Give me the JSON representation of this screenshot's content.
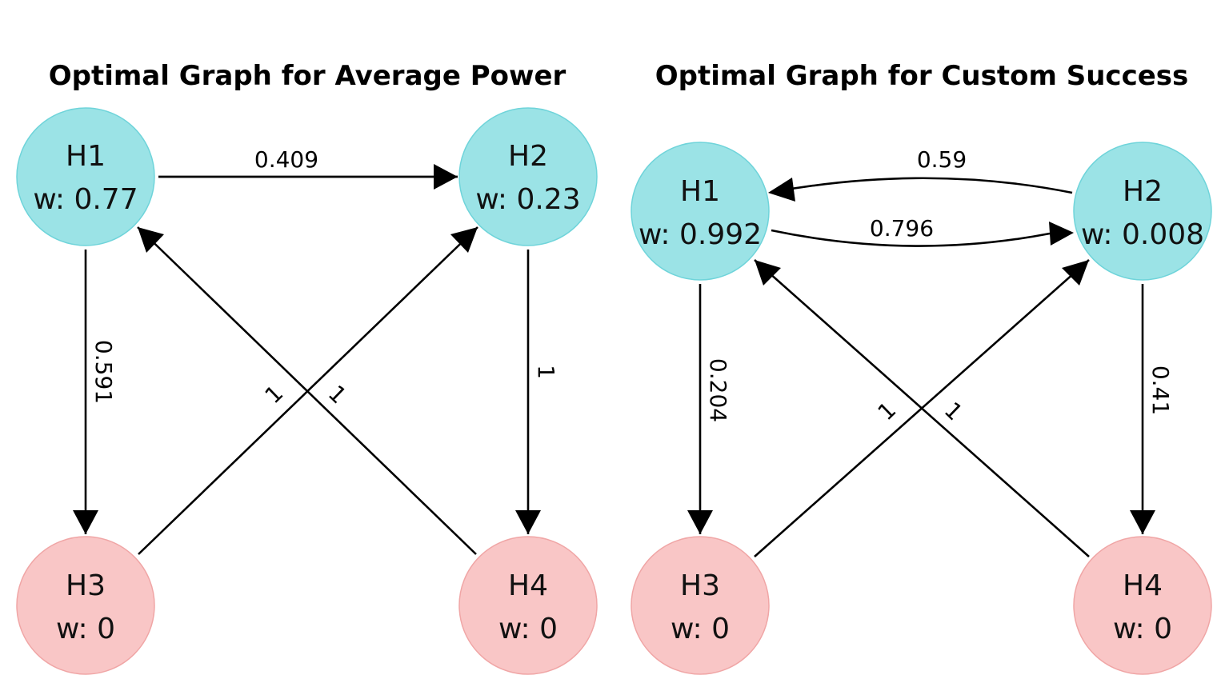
{
  "colors": {
    "hidden_fill": "#9be3e6",
    "hidden_stroke": "#6fd4da",
    "zero_fill": "#f9c6c6",
    "zero_stroke": "#f0a6a6",
    "edge": "#000000"
  },
  "graphs": [
    {
      "title": "Optimal Graph for Average Power",
      "nodes": [
        {
          "name": "H1",
          "weight": "w: 0.77",
          "kind": "hidden"
        },
        {
          "name": "H2",
          "weight": "w: 0.23",
          "kind": "hidden"
        },
        {
          "name": "H3",
          "weight": "w: 0",
          "kind": "zero"
        },
        {
          "name": "H4",
          "weight": "w: 0",
          "kind": "zero"
        }
      ],
      "edges": [
        {
          "from": "H1",
          "to": "H2",
          "label": "0.409"
        },
        {
          "from": "H1",
          "to": "H3",
          "label": "0.591"
        },
        {
          "from": "H2",
          "to": "H4",
          "label": "1"
        },
        {
          "from": "H3",
          "to": "H2",
          "label": "1"
        },
        {
          "from": "H4",
          "to": "H1",
          "label": "1"
        }
      ]
    },
    {
      "title": "Optimal Graph for Custom Success",
      "nodes": [
        {
          "name": "H1",
          "weight": "w: 0.992",
          "kind": "hidden"
        },
        {
          "name": "H2",
          "weight": "w: 0.008",
          "kind": "hidden"
        },
        {
          "name": "H3",
          "weight": "w: 0",
          "kind": "zero"
        },
        {
          "name": "H4",
          "weight": "w: 0",
          "kind": "zero"
        }
      ],
      "edges": [
        {
          "from": "H2",
          "to": "H1",
          "label": "0.59"
        },
        {
          "from": "H1",
          "to": "H2",
          "label": "0.796"
        },
        {
          "from": "H1",
          "to": "H3",
          "label": "0.204"
        },
        {
          "from": "H2",
          "to": "H4",
          "label": "0.41"
        },
        {
          "from": "H3",
          "to": "H2",
          "label": "1"
        },
        {
          "from": "H4",
          "to": "H1",
          "label": "1"
        }
      ]
    }
  ]
}
